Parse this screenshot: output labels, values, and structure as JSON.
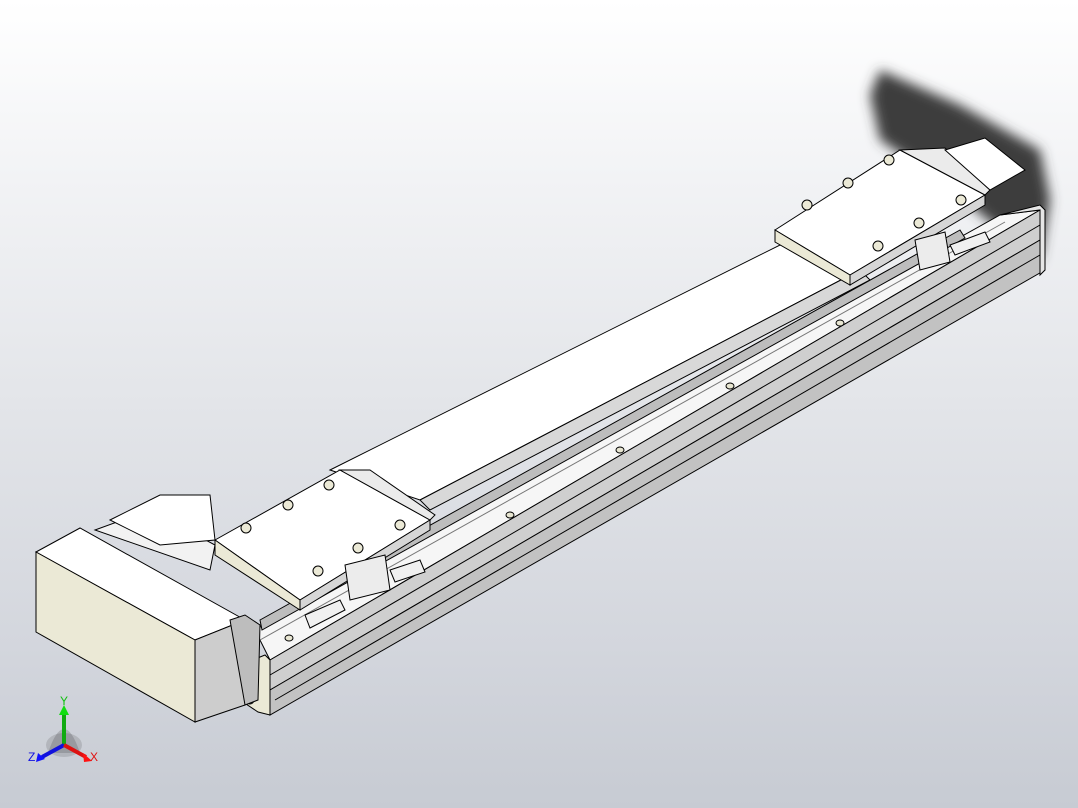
{
  "viewport": {
    "type": "3d-cad-model-view",
    "model_description": "Linear actuator module with motor housing and two carriages on a long aluminum rail",
    "background_top": "#ffffff",
    "background_bottom": "#c7cbd3"
  },
  "triad": {
    "x_label": "X",
    "y_label": "Y",
    "z_label": "Z",
    "x_color": "#e01010",
    "y_color": "#10c010",
    "z_color": "#1010e0"
  },
  "colors": {
    "motor_housing": "#ebe9d6",
    "rail_light": "#f4f4f4",
    "rail_shade": "#c6c6c6",
    "carriage": "#ffffff",
    "shadow": "#3c3c3c",
    "edge": "#000000"
  }
}
